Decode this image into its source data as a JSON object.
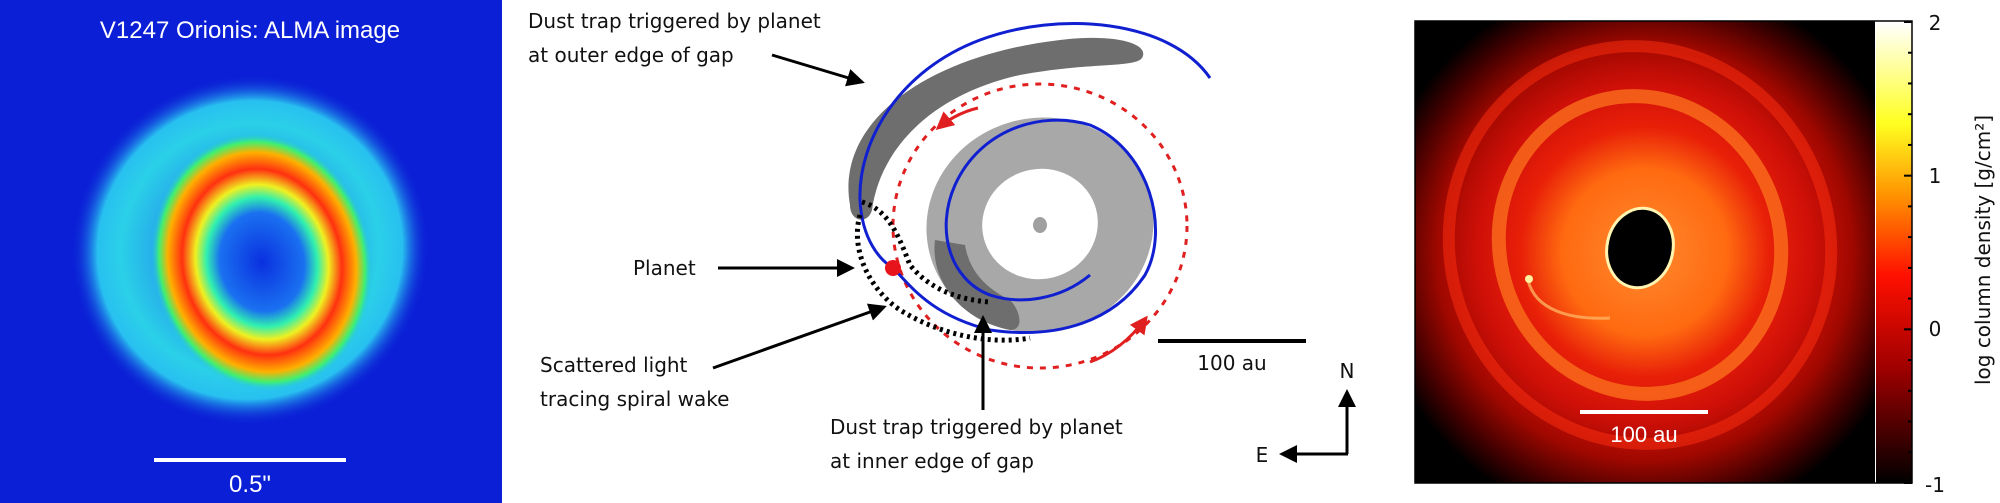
{
  "left_panel": {
    "title": "V1247 Orionis: ALMA image",
    "scale_bar_label": "0.5\""
  },
  "middle_panel": {
    "outer_trap_label_line1": "Dust trap triggered by planet",
    "outer_trap_label_line2": "at outer edge of gap",
    "planet_label": "Planet",
    "scattered_label_line1": "Scattered light",
    "scattered_label_line2": "tracing spiral wake",
    "inner_trap_label_line1": "Dust trap triggered by planet",
    "inner_trap_label_line2": "at inner edge of gap",
    "scale_bar_label": "100 au",
    "compass_north": "N",
    "compass_east": "E"
  },
  "right_panel": {
    "scale_bar_label": "100 au",
    "colorbar": {
      "label": "log column density [g/cm²]",
      "ticks": [
        "2",
        "1",
        "0",
        "-1"
      ],
      "range": [
        -1,
        2
      ]
    }
  },
  "colors": {
    "alma_background": "#0b1fd6",
    "spiral_blue": "#1020d0",
    "planet_red": "#e8141c",
    "orbit_red_dashed": "#e02020"
  }
}
